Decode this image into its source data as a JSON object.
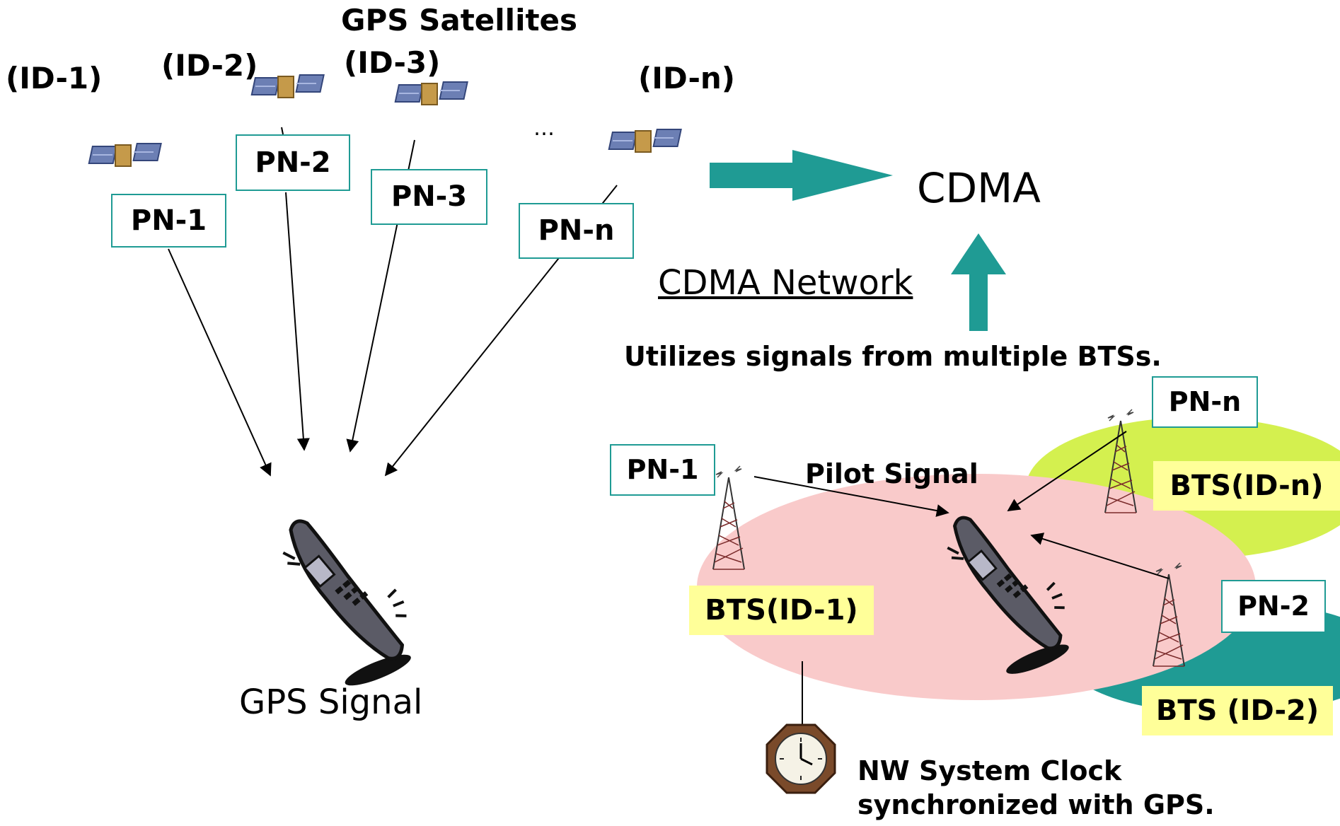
{
  "gps": {
    "title": "GPS Satellites",
    "ids": [
      "(ID-1)",
      "(ID-2)",
      "(ID-3)",
      "(ID-n)"
    ],
    "pn": [
      "PN-1",
      "PN-2",
      "PN-3",
      "PN-n"
    ],
    "ellipsis": "…",
    "signal_label": "GPS Signal"
  },
  "cdma": {
    "title": "CDMA",
    "network_label": "CDMA Network",
    "utilizes": "Utilizes signals from multiple BTSs.",
    "pilot": "Pilot Signal",
    "pn": [
      "PN-1",
      "PN-2",
      "PN-n"
    ],
    "bts": [
      "BTS(ID-1)",
      "BTS (ID-2)",
      "BTS(ID-n)"
    ],
    "clock_line1": "NW System Clock",
    "clock_line2": "synchronized with GPS."
  },
  "colors": {
    "teal": "#1f9b94",
    "pink": "#f9caca",
    "lime": "#d4f04f",
    "yellow": "#ffff99",
    "clock_brown": "#7a4a2a",
    "phone": "#2a2a2a"
  },
  "icons": [
    "satellite-icon",
    "phone-icon",
    "tower-icon",
    "clock-icon",
    "arrow-right-icon",
    "arrow-up-icon"
  ]
}
